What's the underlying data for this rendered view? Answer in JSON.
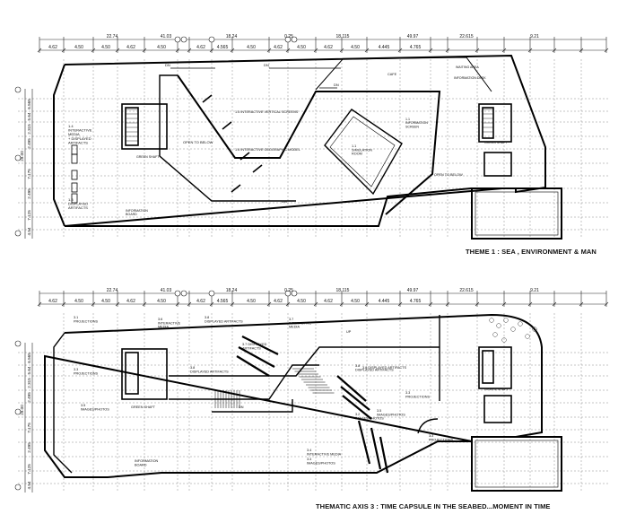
{
  "plans": [
    {
      "caption": "THEME 1 : SEA , ENVIRONMENT & MAN",
      "dims_top_major": [
        "22.74",
        "41.03",
        "18.24",
        "0.25",
        "18.115",
        "49.97",
        "22.615",
        "9.21"
      ],
      "dims_top_minor": [
        "4.62",
        "4.50",
        "4.50",
        "4.62",
        "4.50",
        "4.62",
        "4.565",
        "4.50",
        "4.62",
        "4.50",
        "4.62",
        "4.50",
        "4.445",
        "4.765"
      ],
      "dims_left": [
        "6.565",
        "5.64",
        "2.315",
        "2.495",
        "29.00",
        "7.175",
        "2.495",
        "7.125",
        "4.54"
      ],
      "labels": [
        "1.4\nINTERACTIVE\nMEDIA\n+ DISPLAYED\nARTIFACTS",
        "GREEN SHAFT",
        "OPEN TO BELOW",
        "1.5 INTERACTIVE VERTICAL SCREENS",
        "1.6 INTERACTIVE GEOGRAPHIC MODEL",
        "1.3\nDISPLAYED\nARTIFACTS",
        "INFORMATION\nBOARD",
        "1.1\nSIMULATION\nROOM",
        "1.1\nINFORMATION\nSCREEN",
        "CAFE",
        "WAITING AREA",
        "INFORMATION DESK",
        "GREEN SHAFT",
        "OPEN TO BELOW",
        "DN",
        "DN",
        "DN",
        "DN"
      ]
    },
    {
      "caption": "THEMATIC AXIS 3 : TIME CAPSULE IN THE SEABED...MOMENT IN TIME",
      "dims_top_major": [
        "22.74",
        "41.03",
        "18.24",
        "0.25",
        "18.115",
        "49.97",
        "22.615",
        "9.21"
      ],
      "dims_top_minor": [
        "4.62",
        "4.50",
        "4.50",
        "4.62",
        "4.50",
        "4.62",
        "4.565",
        "4.50",
        "4.62",
        "4.50",
        "4.62",
        "4.50",
        "4.445",
        "4.765"
      ],
      "dims_left": [
        "6.565",
        "5.64",
        "2.315",
        "2.495",
        "29.00",
        "7.175",
        "2.495",
        "7.125",
        "4.54"
      ],
      "labels": [
        "3.1\nPROJECTIONS",
        "3.6\nINTERACTIVE\nMEDIA",
        "3.8\nDISPLAYED ARTIFACTS",
        "3.7\nINTERACTIVE\nMEDIA",
        "3.3\nPROJECTIONS",
        "3.7 DISPLAYED\nARTIFACTS",
        "3.8\nDISPLAYED ARTIFACTS",
        "3.5\nIMAGES/PHOTOS",
        "GREEN SHAFT",
        "3.8\nDISPLAYED ARTIFACTS",
        "3.3\nPROJECTIONS",
        "3.2\nIMAGES/PHOTOS",
        "3.4\nINTERACTIVE MEDIA",
        "3.4\nIMAGES/PHOTOS",
        "INFORMATION\nBOARD",
        "3.3\nPROJECTIONS",
        "GREEN SHAFT",
        "UP",
        "DN",
        "3.8 DISPLAYED ARTIFACTS",
        "3.5\nIMAGES/PHOTOS"
      ]
    }
  ]
}
